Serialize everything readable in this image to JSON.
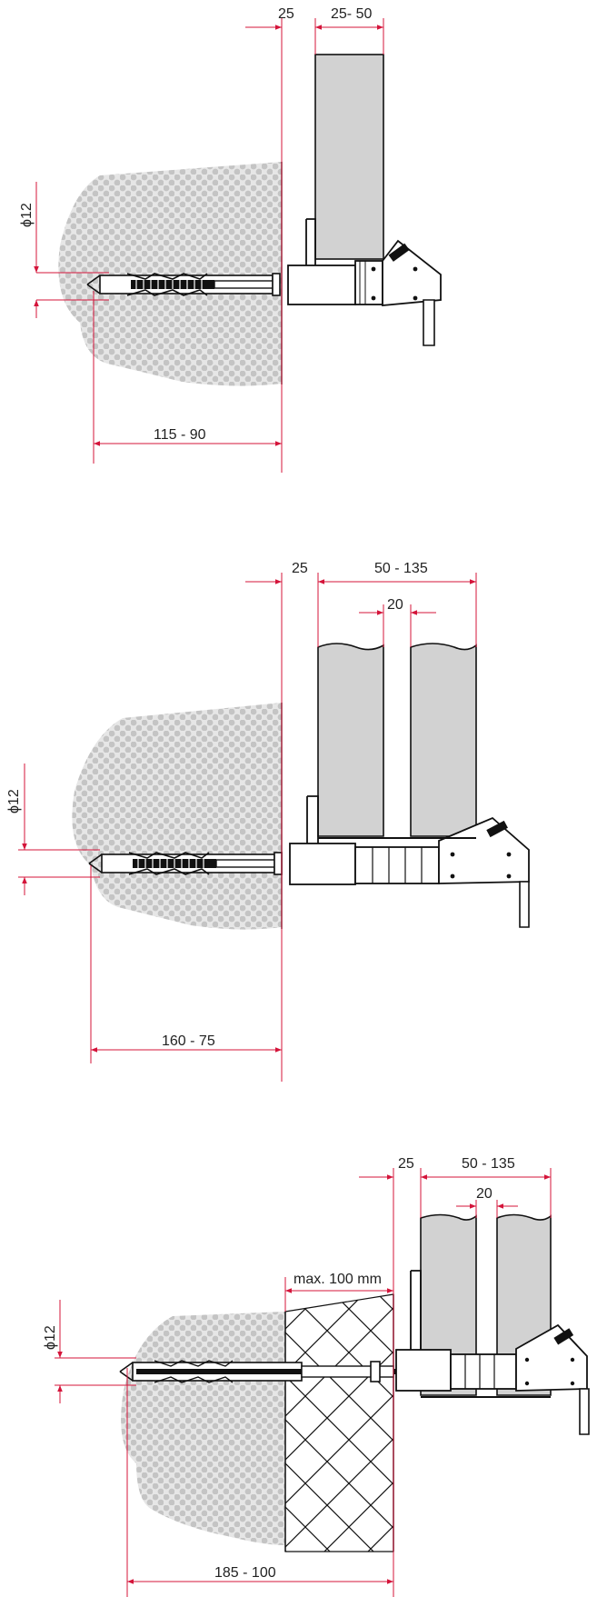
{
  "colors": {
    "dimension": "#d4143a",
    "masonry_fill": "#e6e6e6",
    "masonry_dot": "#c4c4c4",
    "panel": "#d2d2d2",
    "outline": "#111111"
  },
  "variants": [
    {
      "dims": {
        "gap": "25",
        "thickness": "25- 50",
        "diameter": "ϕ12",
        "depth": "115 - 90"
      }
    },
    {
      "dims": {
        "gap": "25",
        "thickness": "50 - 135",
        "spacing": "20",
        "diameter": "ϕ12",
        "depth": "160 - 75"
      }
    },
    {
      "dims": {
        "gap": "25",
        "thickness": "50 - 135",
        "spacing": "20",
        "insulation": "max. 100 mm",
        "diameter": "ϕ12",
        "depth": "185 - 100"
      }
    }
  ]
}
